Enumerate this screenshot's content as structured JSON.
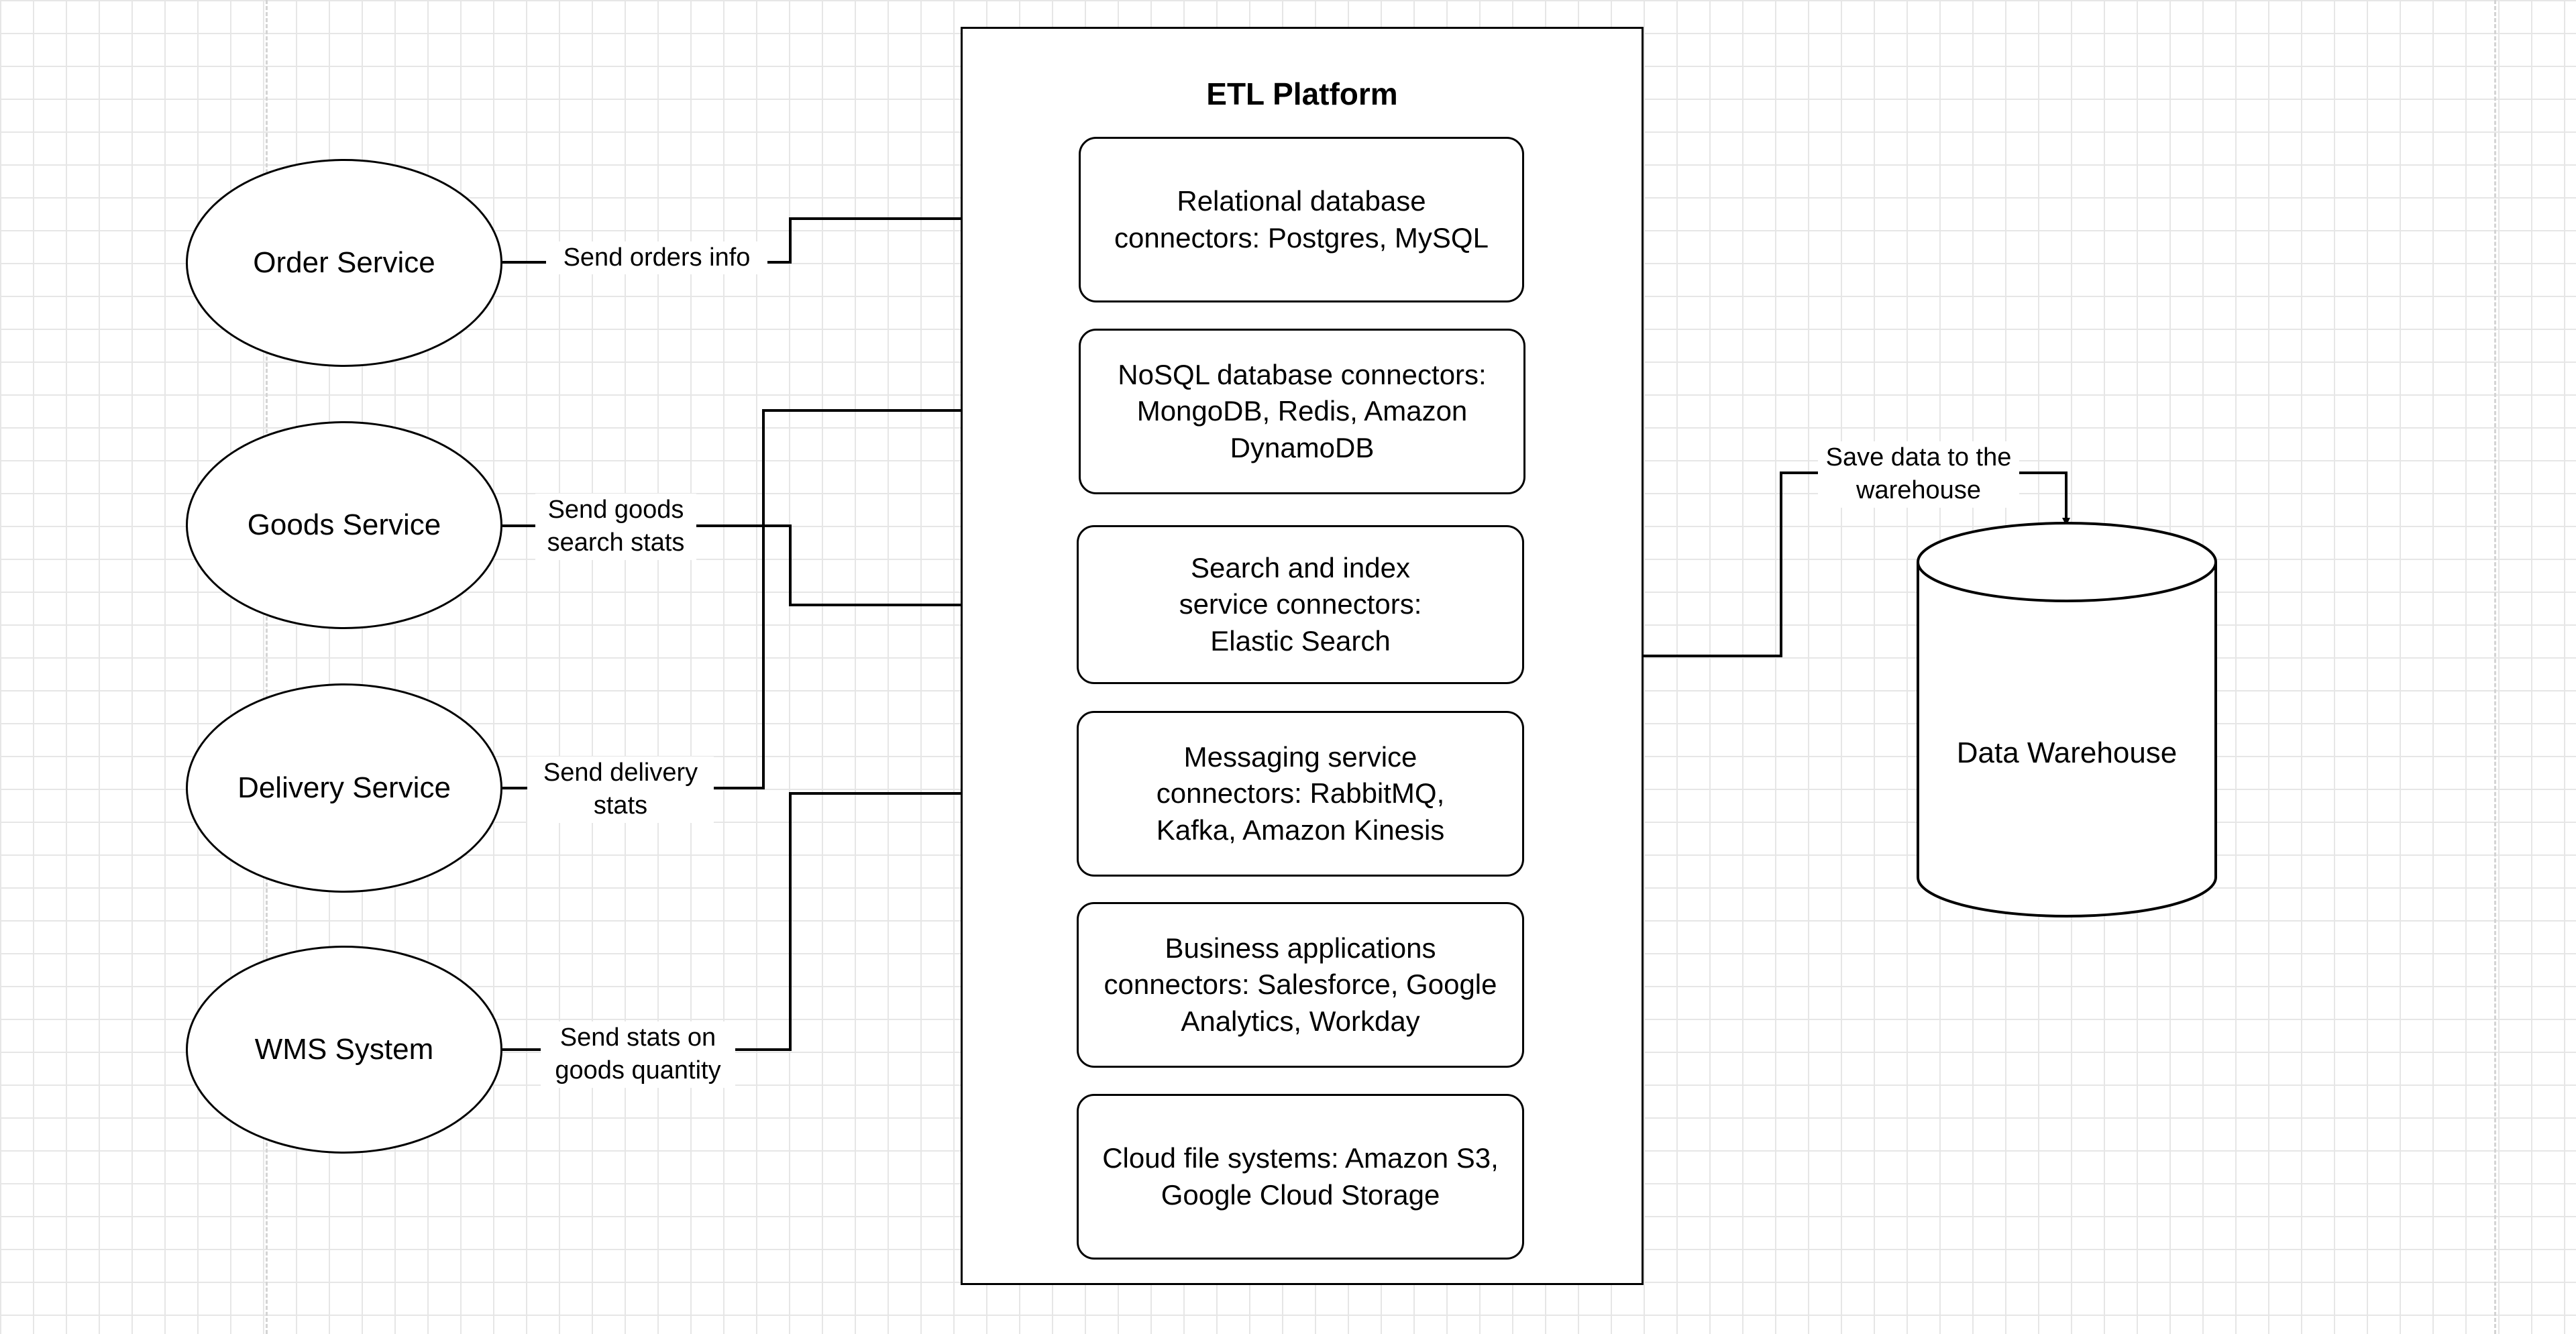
{
  "platform": {
    "title": "ETL Platform",
    "connectors": [
      {
        "label": "Relational database connectors: Postgres, MySQL"
      },
      {
        "label": "NoSQL database connectors: MongoDB, Redis, Amazon DynamoDB"
      },
      {
        "label": "Search and index service connectors: Elastic Search"
      },
      {
        "label": "Messaging service connectors: RabbitMQ, Kafka, Amazon Kinesis"
      },
      {
        "label": "Business applications connectors: Salesforce, Google Analytics, Workday"
      },
      {
        "label": "Cloud file systems: Amazon S3, Google Cloud Storage"
      }
    ]
  },
  "services": [
    {
      "label": "Order Service",
      "edge_label": "Send orders info"
    },
    {
      "label": "Goods Service",
      "edge_label": "Send goods search stats"
    },
    {
      "label": "Delivery Service",
      "edge_label": "Send delivery stats"
    },
    {
      "label": "WMS System",
      "edge_label": "Send stats on goods quantity"
    }
  ],
  "warehouse": {
    "label": "Data Warehouse",
    "edge_label": "Save data to the warehouse"
  }
}
